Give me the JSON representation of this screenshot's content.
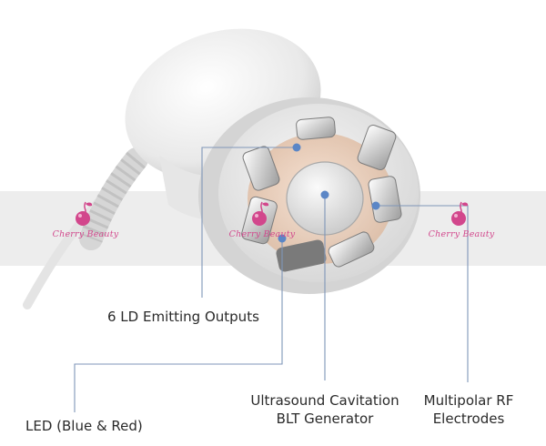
{
  "labels": {
    "ld_outputs": "6 LD Emitting Outputs",
    "led": "LED (Blue & Red)",
    "cavitation_line1": "Ultrasound Cavitation",
    "cavitation_line2": "BLT Generator",
    "rf_line1": "Multipolar RF",
    "rf_line2": "Electrodes"
  },
  "watermark": {
    "text": "Cherry Beauty"
  },
  "colors": {
    "leader_line": "#7f96b8",
    "dot": "#5b86c6",
    "watermark": "#d2478c",
    "band": "#ededed"
  }
}
